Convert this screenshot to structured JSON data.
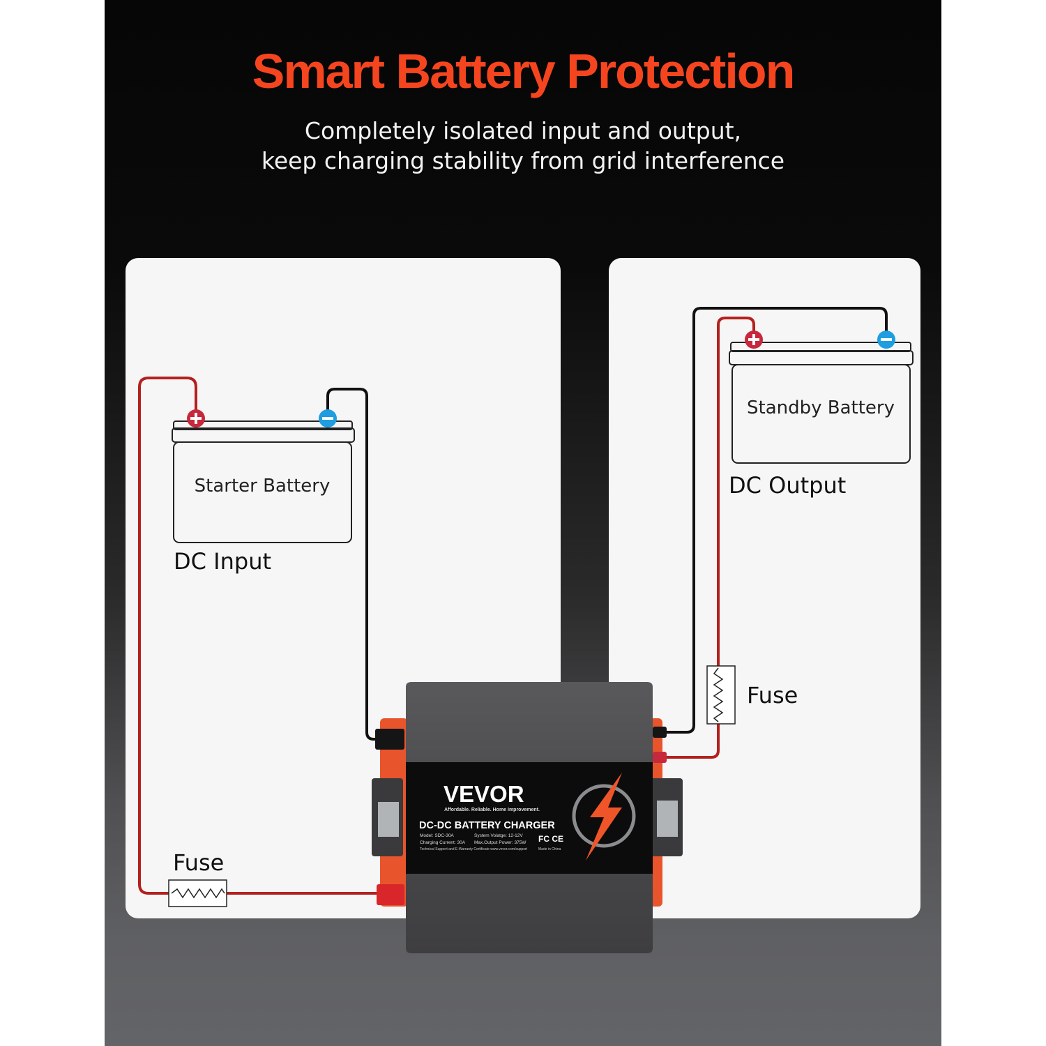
{
  "header": {
    "title": "Smart Battery Protection",
    "subtitle_line1": "Completely isolated input and output,",
    "subtitle_line2": "keep charging stability from grid interference"
  },
  "input_side": {
    "battery_label": "Starter Battery",
    "section_label": "DC Input",
    "fuse_label": "Fuse"
  },
  "output_side": {
    "battery_label": "Standby Battery",
    "section_label": "DC Output",
    "fuse_label": "Fuse"
  },
  "device": {
    "brand": "VEVOR",
    "tagline": "Affordable. Reliable. Home Improvement.",
    "product_name": "DC-DC BATTERY CHARGER",
    "spec_model": "Model: SDC-30A",
    "spec_current": "Charging Current: 30A",
    "spec_voltage": "System Volatge: 12-12V",
    "spec_power": "Max.Output Power: 375W",
    "support_line": "Technical Support and E-Warranty Certificate www.vevor.com/support",
    "certifications": "FC CE",
    "origin": "Made in China"
  },
  "colors": {
    "accent": "#f5451f",
    "positive_wire": "#b3211e",
    "negative_wire": "#111111",
    "positive_terminal": "#c8283b",
    "negative_terminal": "#1e9ee0",
    "device_body": "#4a4a4c",
    "device_trim": "#f0552a"
  }
}
